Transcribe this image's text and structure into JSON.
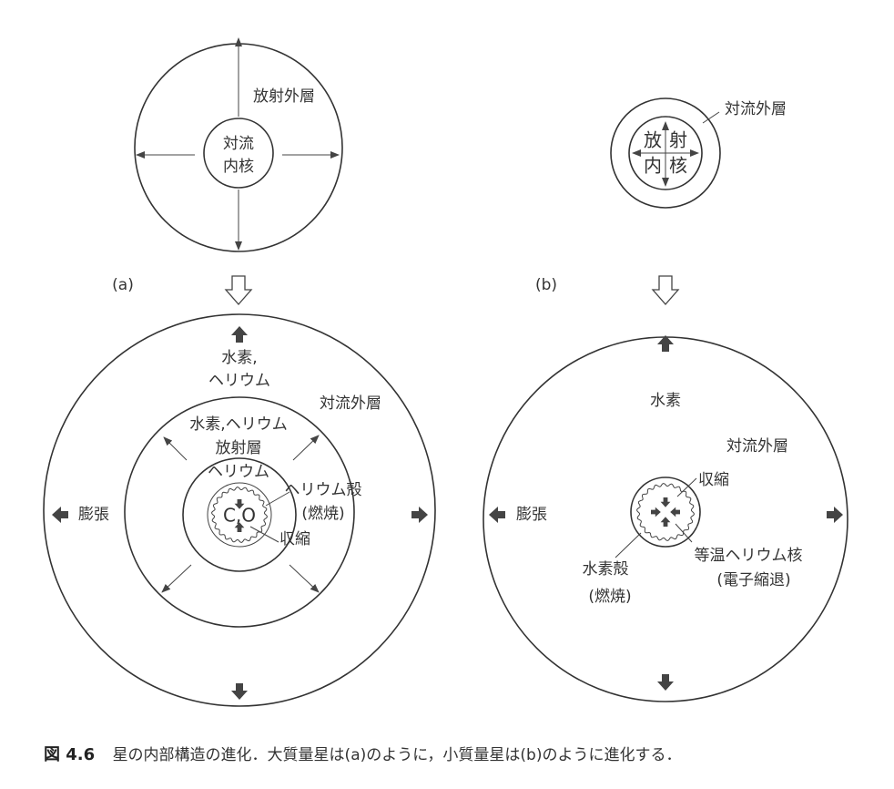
{
  "panel_a": {
    "label": "(a)",
    "before": {
      "core_line1": "対流",
      "core_line2": "内核",
      "envelope": "放射外層"
    },
    "after": {
      "outer_line1": "水素,",
      "outer_line2": "ヘリウム",
      "outer_layer": "対流外層",
      "middle_line1": "水素,ヘリウム",
      "middle_line2": "放射層",
      "inner": "ヘリウム",
      "shell": "ヘリウム殻",
      "shell_note": "(燃焼)",
      "core": "C,O",
      "contraction": "収縮",
      "expansion": "膨張"
    }
  },
  "panel_b": {
    "label": "(b)",
    "before": {
      "core_c1": "放",
      "core_c2": "射",
      "core_c3": "内",
      "core_c4": "核",
      "envelope": "対流外層"
    },
    "after": {
      "hydrogen": "水素",
      "outer_layer": "対流外層",
      "contraction": "収縮",
      "core_line1": "等温ヘリウム核",
      "core_line2": "(電子縮退)",
      "shell_line1": "水素殻",
      "shell_line2": "(燃焼)",
      "expansion": "膨張"
    }
  },
  "caption": {
    "number": "図 4.6",
    "text": "星の内部構造の進化．大質量星は(a)のように，小質量星は(b)のように進化する．"
  }
}
